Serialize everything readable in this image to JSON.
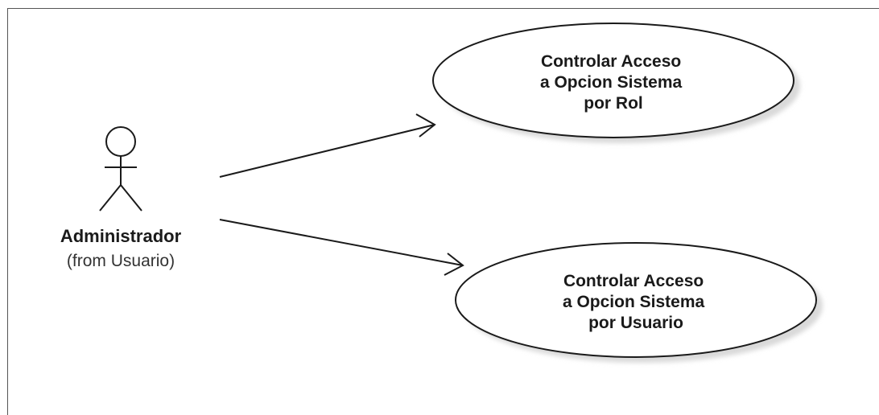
{
  "actor": {
    "name": "Administrador",
    "from": "(from Usuario)"
  },
  "use_cases": [
    {
      "lines": [
        "Controlar Acceso",
        "a Opcion Sistema",
        "por Rol"
      ]
    },
    {
      "lines": [
        "Controlar Acceso",
        "a Opcion Sistema",
        "por Usuario"
      ]
    }
  ],
  "colors": {
    "stroke": "#1a1a1a",
    "shadow": "#d9d9d9",
    "background": "#ffffff"
  }
}
